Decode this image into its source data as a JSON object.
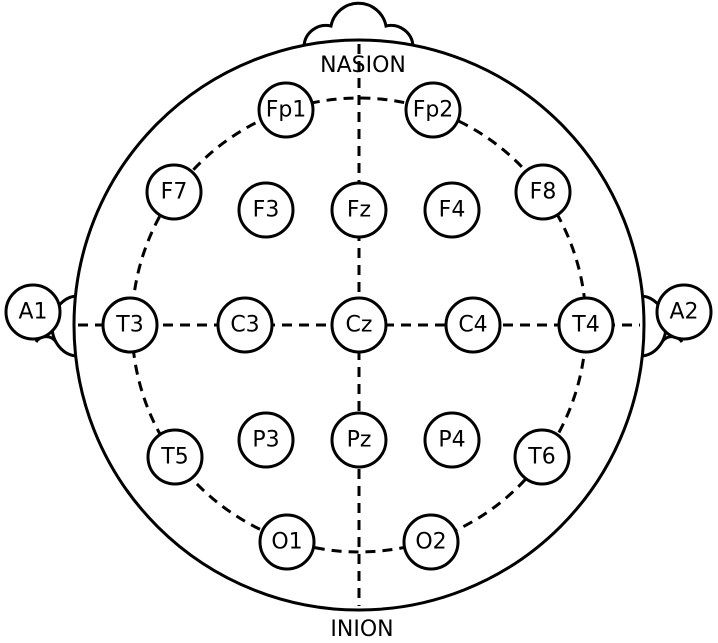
{
  "landmarks": {
    "nasion": "NASION",
    "inion": "INION"
  },
  "electrodes": [
    {
      "id": "Fp1"
    },
    {
      "id": "Fp2"
    },
    {
      "id": "F7"
    },
    {
      "id": "F3"
    },
    {
      "id": "Fz"
    },
    {
      "id": "F4"
    },
    {
      "id": "F8"
    },
    {
      "id": "A1"
    },
    {
      "id": "T3"
    },
    {
      "id": "C3"
    },
    {
      "id": "Cz"
    },
    {
      "id": "C4"
    },
    {
      "id": "T4"
    },
    {
      "id": "A2"
    },
    {
      "id": "T5"
    },
    {
      "id": "P3"
    },
    {
      "id": "Pz"
    },
    {
      "id": "P4"
    },
    {
      "id": "T6"
    },
    {
      "id": "O1"
    },
    {
      "id": "O2"
    }
  ]
}
